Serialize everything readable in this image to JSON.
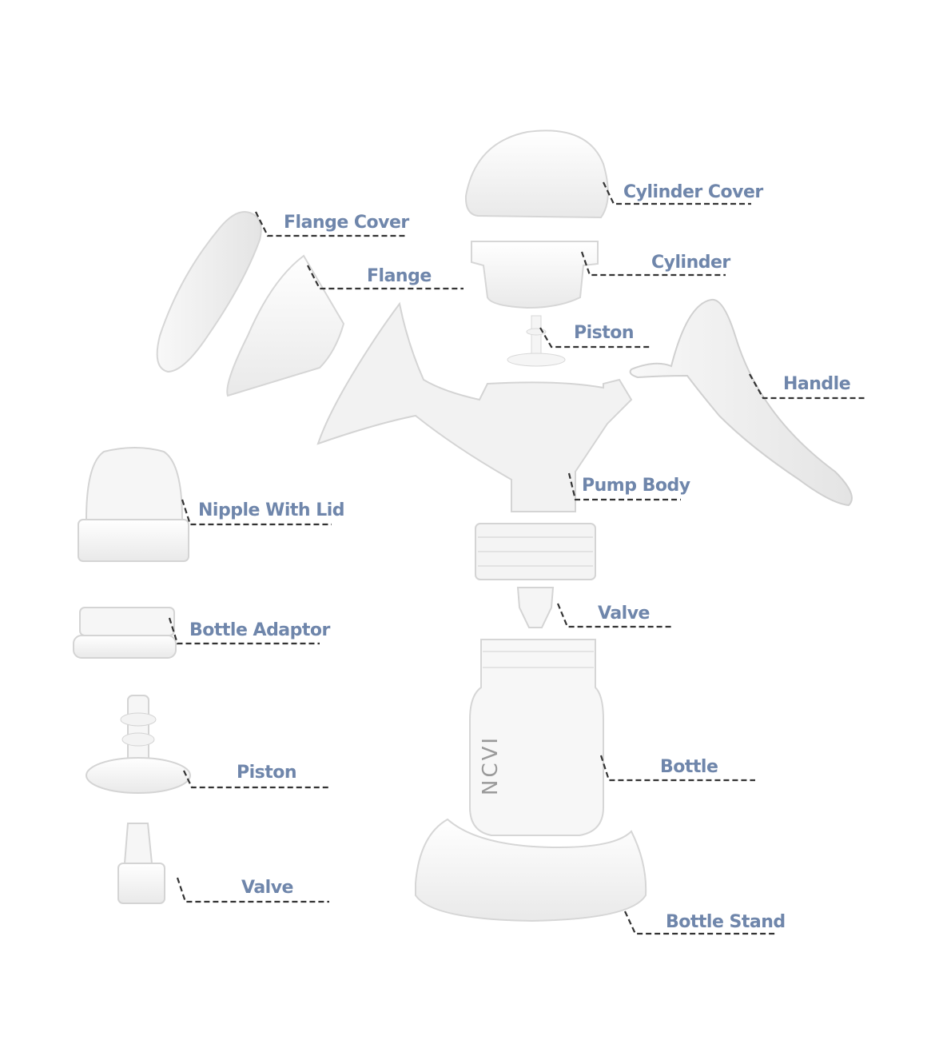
{
  "labels": {
    "cylinder_cover": "Cylinder Cover",
    "flange_cover": "Flange Cover",
    "cylinder": "Cylinder",
    "flange": "Flange",
    "piston_top": "Piston",
    "handle": "Handle",
    "pump_body": "Pump Body",
    "nipple_with_lid": "Nipple With Lid",
    "valve_center": "Valve",
    "bottle_adaptor": "Bottle Adaptor",
    "bottle": "Bottle",
    "piston_left": "Piston",
    "valve_left": "Valve",
    "bottle_stand": "Bottle Stand"
  },
  "bottle_brand": "NCVI",
  "colors": {
    "label": "#6f86ab",
    "leader": "#333333",
    "part_fill": "#f4f4f4",
    "part_stroke": "#d2d2d2"
  }
}
